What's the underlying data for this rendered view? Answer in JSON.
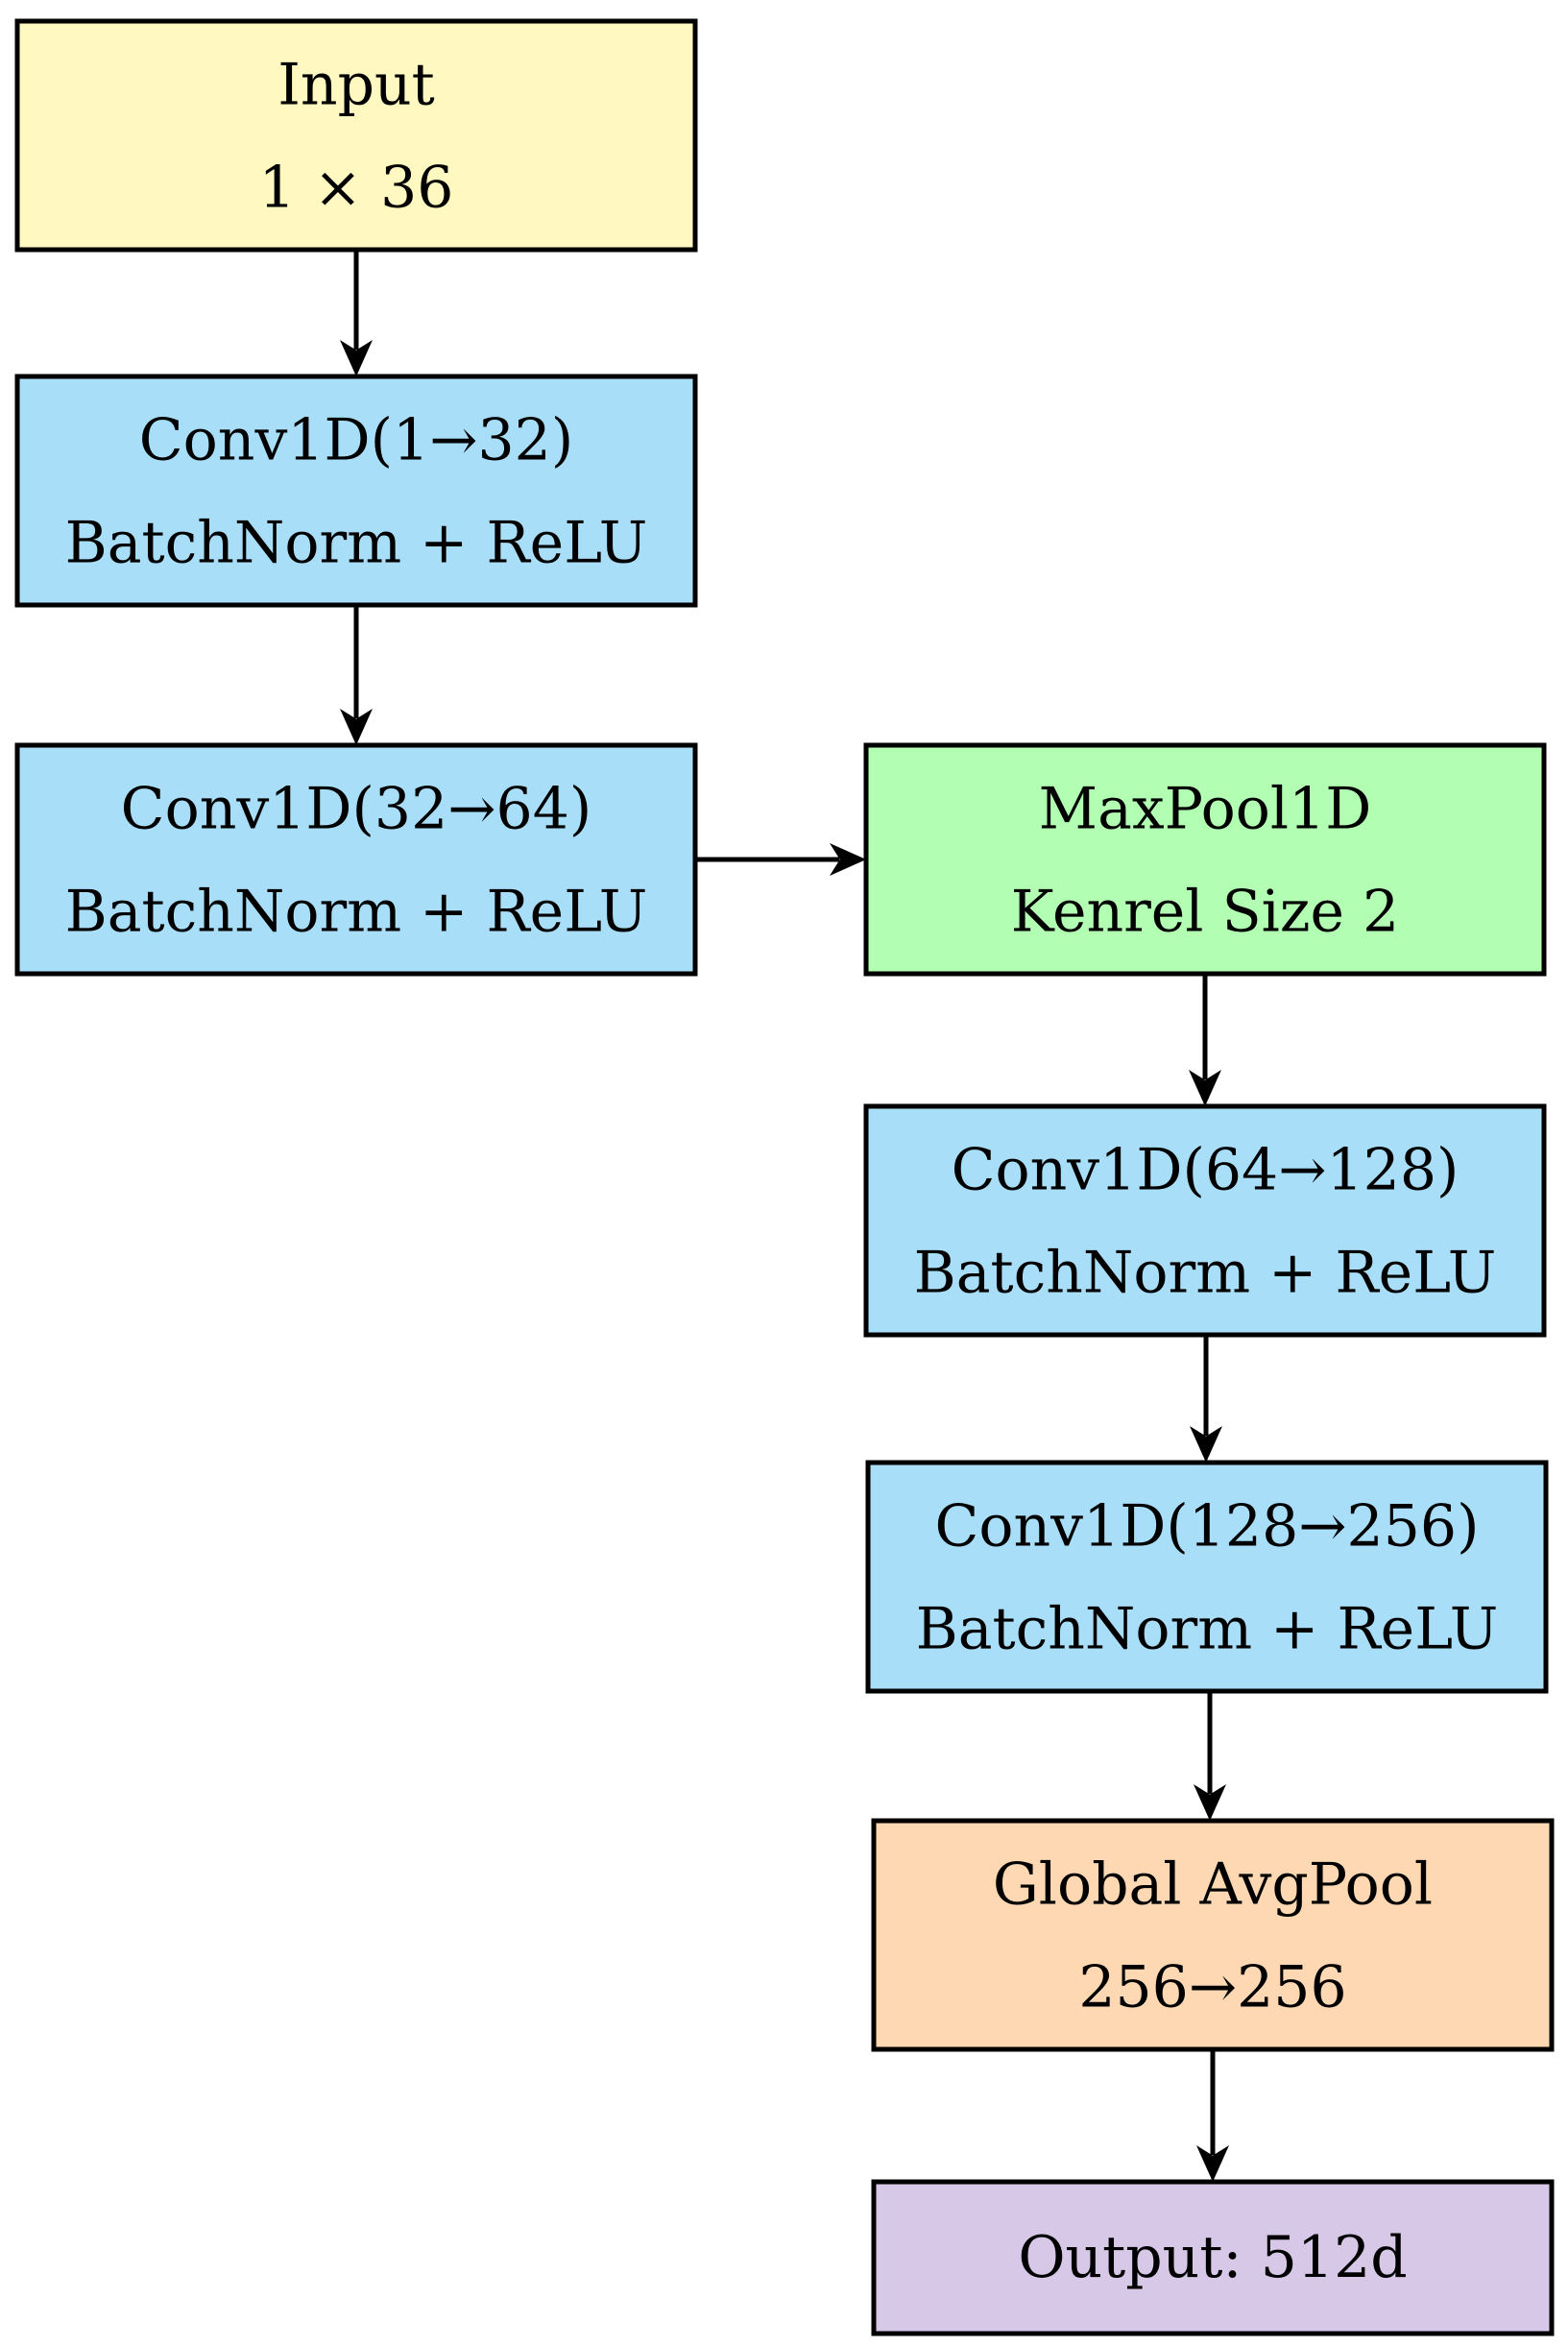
{
  "diagram": {
    "nodes": [
      {
        "id": "input",
        "name": "node-input",
        "line1": "Input",
        "line2": "1 × 36",
        "fill": "#FFF8C0"
      },
      {
        "id": "conv1",
        "name": "node-conv1d-1-32",
        "line1": "Conv1D(1→32)",
        "line2": "BatchNorm + ReLU",
        "fill": "#A8DEF8"
      },
      {
        "id": "conv2",
        "name": "node-conv1d-32-64",
        "line1": "Conv1D(32→64)",
        "line2": "BatchNorm + ReLU",
        "fill": "#A8DEF8"
      },
      {
        "id": "maxpool",
        "name": "node-maxpool1d",
        "line1": "MaxPool1D",
        "line2": "Kenrel Size 2",
        "fill": "#B2FEB2"
      },
      {
        "id": "conv3",
        "name": "node-conv1d-64-128",
        "line1": "Conv1D(64→128)",
        "line2": "BatchNorm + ReLU",
        "fill": "#A8DEF8"
      },
      {
        "id": "conv4",
        "name": "node-conv1d-128-256",
        "line1": "Conv1D(128→256)",
        "line2": "BatchNorm + ReLU",
        "fill": "#A8DEF8"
      },
      {
        "id": "gap",
        "name": "node-global-avgpool",
        "line1": "Global AvgPool",
        "line2": "256→256",
        "fill": "#FED8B2"
      },
      {
        "id": "output",
        "name": "node-output",
        "line1": "Output: 512d",
        "line2": "",
        "fill": "#D8C8E8"
      }
    ],
    "edges": [
      {
        "from": "input",
        "to": "conv1"
      },
      {
        "from": "conv1",
        "to": "conv2"
      },
      {
        "from": "conv2",
        "to": "maxpool"
      },
      {
        "from": "maxpool",
        "to": "conv3"
      },
      {
        "from": "conv3",
        "to": "conv4"
      },
      {
        "from": "conv4",
        "to": "gap"
      },
      {
        "from": "gap",
        "to": "output"
      }
    ]
  }
}
